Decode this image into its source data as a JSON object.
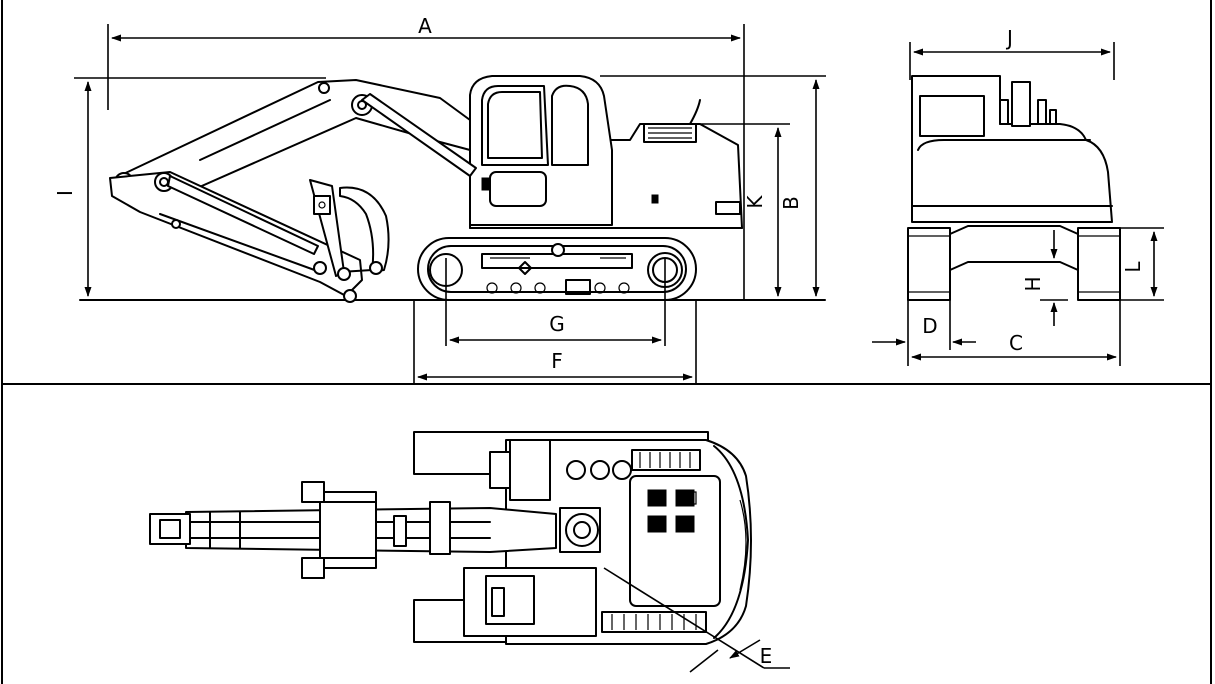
{
  "dimension_labels": {
    "A": "A",
    "B": "B",
    "C": "C",
    "D": "D",
    "E": "E",
    "F": "F",
    "G": "G",
    "H": "H",
    "I": "I",
    "J": "J",
    "K": "K",
    "L": "L"
  }
}
